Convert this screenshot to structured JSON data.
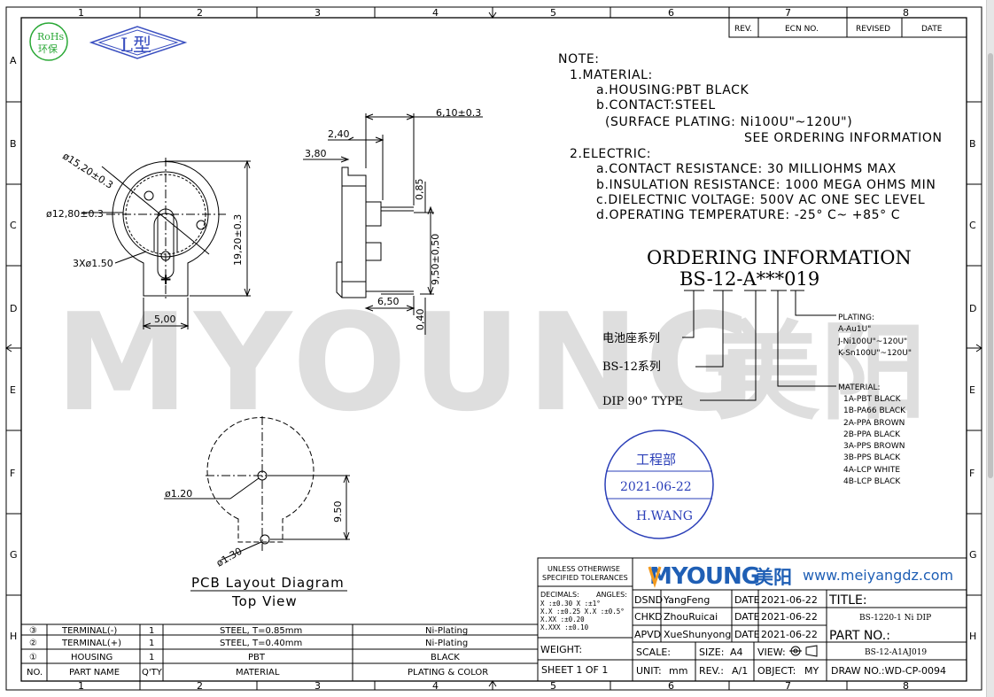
{
  "zones": {
    "columns": [
      "1",
      "2",
      "3",
      "4",
      "5",
      "6",
      "7",
      "8"
    ],
    "rows": [
      "A",
      "B",
      "C",
      "D",
      "E",
      "F",
      "G",
      "H"
    ]
  },
  "badges": {
    "rohs_line1": "RoHs",
    "rohs_line2": "环保",
    "type_label": "L型"
  },
  "revision_table": {
    "headers": [
      "REV.",
      "ECN NO.",
      "REVISED",
      "DATE"
    ]
  },
  "watermark": {
    "latin": "MYOUNG",
    "chinese": "美阳"
  },
  "top_view": {
    "dia_outer": "ø15,20±0.3",
    "dia_inner": "ø12,80±0.3",
    "holes": "3Xø1.50",
    "height": "19,20±0.3",
    "tab_width": "5,00",
    "plus": "+"
  },
  "side_view": {
    "dim_a": "6,10±0.3",
    "dim_b": "2,40",
    "dim_c": "3,80",
    "dim_d": "0,85",
    "dim_e": "9,50±0,50",
    "dim_f": "6,50",
    "dim_g": "0,40"
  },
  "pcb_layout": {
    "hole_small": "ø1.20",
    "hole_large": "ø1.30",
    "height": "9.50",
    "title": "PCB Layout Diagram",
    "subtitle": "Top View"
  },
  "notes": {
    "heading": "NOTE:",
    "lines": [
      "1.MATERIAL:",
      "a.HOUSING:PBT BLACK",
      "b.CONTACT:STEEL",
      "(SURFACE PLATING: Ni100U\"~120U\")",
      "SEE ORDERING INFORMATION",
      "2.ELECTRIC:",
      "a.CONTACT RESISTANCE: 30 MILLIOHMS MAX",
      "b.INSULATION RESISTANCE: 1000 MEGA OHMS MIN",
      "c.DIELECTNIC VOLTAGE: 500V AC ONE SEC LEVEL",
      "d.OPERATING TEMPERATURE: -25° C~ +85° C"
    ]
  },
  "ordering": {
    "title": "ORDERING INFORMATION",
    "code": "BS-12-A***019",
    "label_series_cn": "电池座系列",
    "label_bs12": "BS-12系列",
    "label_dip": "DIP 90° TYPE",
    "plating": [
      "PLATING:",
      "A-Au1U\"",
      "J-Ni100U\"~120U\"",
      "K-Sn100U\"~120U\""
    ],
    "material": [
      "MATERIAL:",
      "1A-PBT BLACK",
      "1B-PA66 BLACK",
      "2A-PPA BROWN",
      "2B-PPA BLACK",
      "3A-PPS BROWN",
      "3B-PPS BLACK",
      "4A-LCP WHITE",
      "4B-LCP BLACK"
    ]
  },
  "stamp": {
    "dept": "工程部",
    "date": "2021-06-22",
    "name": "H.WANG"
  },
  "bom": {
    "rows": [
      {
        "no": "③",
        "name": "TERMINAL(-)",
        "qty": "1",
        "material": "STEEL, T=0.85mm",
        "plating": "Ni-Plating"
      },
      {
        "no": "②",
        "name": "TERMINAL(+)",
        "qty": "1",
        "material": "STEEL, T=0.40mm",
        "plating": "Ni-Plating"
      },
      {
        "no": "①",
        "name": "HOUSING",
        "qty": "1",
        "material": "PBT",
        "plating": "BLACK"
      }
    ],
    "header": {
      "no": "NO.",
      "name": "PART NAME",
      "qty": "Q'TY",
      "material": "MATERIAL",
      "plating": "PLATING & COLOR"
    }
  },
  "title_block": {
    "tolerance_heading_1": "UNLESS OTHERWISE",
    "tolerance_heading_2": "SPECIFIED TOLERANCES",
    "decimals_label": "DECIMALS:",
    "angles_label": "ANGLES:",
    "tol_lines": [
      "X      :±0.30  X   :±1°",
      "X.X    :±0.25  X.X :±0.5°",
      "X.XX   :±0.20",
      "X.XXX  :±0.10"
    ],
    "weight_label": "WEIGHT:",
    "sheet": "SHEET  1  OF  1",
    "logo_text": "MYOUNG",
    "logo_cn": "美阳",
    "website": "www.meiyangdz.com",
    "dsnd_label": "DSND",
    "dsnd_name": "YangFeng",
    "chkd_label": "CHKD",
    "chkd_name": "ZhouRuicai",
    "apvd_label": "APVD",
    "apvd_name": "XueShunyong",
    "date_label": "DATE",
    "date_value": "2021-06-22",
    "title_label": "TITLE:",
    "title_value": "BS-1220-1 Ni DIP",
    "part_label": "PART  NO.:",
    "part_value": "BS-12-A1AJ019",
    "scale_label": "SCALE:",
    "size_label": "SIZE:",
    "size_value": "A4",
    "view_label": "VIEW:",
    "unit_label": "UNIT:",
    "unit_value": "mm",
    "rev_label": "REV.:",
    "rev_value": "A/1",
    "object_label": "OBJECT:",
    "object_value": "MY",
    "draw_no": "DRAW NO.:WD-CP-0094"
  },
  "colors": {
    "stamp_blue": "#2b3fb8",
    "logo_orange": "#f39a1e",
    "logo_blue": "#1f5fb5",
    "rohs_green": "#2aa836",
    "badge_blue": "#3a4fc0",
    "watermark": "#dedede"
  }
}
